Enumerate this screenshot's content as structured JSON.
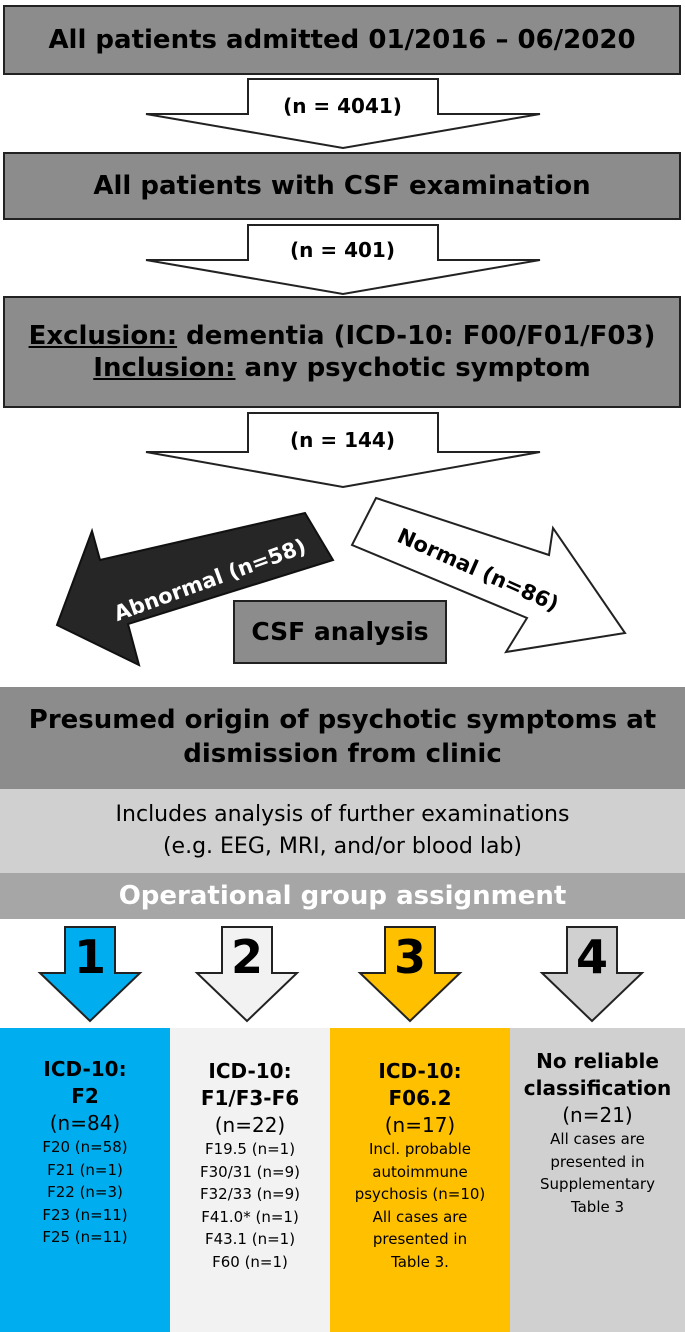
{
  "flow": {
    "box1": "All patients admitted 01/2016 – 06/2020",
    "count1": "(n = 4041)",
    "box2": "All patients with CSF examination",
    "count2": "(n = 401)",
    "box3": {
      "exclusion_label": "Exclusion:",
      "exclusion_text": " dementia (ICD-10: F00/F01/F03)",
      "inclusion_label": "Inclusion:",
      "inclusion_text": " any psychotic symptom"
    },
    "count3": "(n = 144)"
  },
  "split": {
    "abnormal": "Abnormal (n=58)",
    "normal": "Normal (n=86)",
    "csf_analysis": "CSF analysis"
  },
  "origin": {
    "title_line1": "Presumed origin of psychotic symptoms at",
    "title_line2": "dismission from clinic",
    "includes_line1": "Includes analysis of further examinations",
    "includes_line2": "(e.g. EEG, MRI, and/or blood lab)",
    "assignment": "Operational group assignment"
  },
  "colors": {
    "group1": "#00aeef",
    "group2": "#f2f2f2",
    "group3": "#ffc000",
    "group4": "#d0d0d0",
    "box_gray": "#8c8c8c",
    "arrow_dark": "#262626"
  },
  "groups": [
    {
      "number": "1",
      "h1": "ICD-10:",
      "h2": "F2",
      "n": "(n=84)",
      "lines": [
        "F20 (n=58)",
        "F21 (n=1)",
        "F22 (n=3)",
        "F23 (n=11)",
        "F25 (n=11)"
      ]
    },
    {
      "number": "2",
      "h1": "ICD-10:",
      "h2": "F1/F3-F6",
      "n": "(n=22)",
      "lines": [
        "F19.5 (n=1)",
        "F30/31 (n=9)",
        "F32/33 (n=9)",
        "F41.0* (n=1)",
        "F43.1 (n=1)",
        "F60 (n=1)"
      ]
    },
    {
      "number": "3",
      "h1": "ICD-10:",
      "h2": "F06.2",
      "n": "(n=17)",
      "lines": [
        "Incl. probable",
        "autoimmune",
        "psychosis (n=10)",
        "All cases are",
        "presented in",
        "Table 3."
      ]
    },
    {
      "number": "4",
      "h1": "No reliable",
      "h2": "classification",
      "n": "(n=21)",
      "lines": [
        "All cases are",
        "presented in",
        "Supplementary",
        "Table 3"
      ]
    }
  ]
}
